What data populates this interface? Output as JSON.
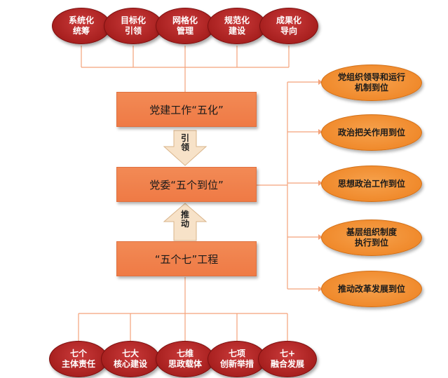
{
  "top_goals": [
    "系统化\n统筹",
    "目标化\n引领",
    "网格化\n管理",
    "规范化\n建设",
    "成果化\n导向"
  ],
  "center": {
    "top": "党建工作“五化”",
    "middle": "党委“五个到位”",
    "bottom": "“五个七”工程",
    "arrow_down_label": "引\n领",
    "arrow_up_label": "推\n动"
  },
  "right_items": [
    "党组织领导和运行\n机制到位",
    "政治把关作用到位",
    "思想政治工作到位",
    "基层组织制度\n执行到位",
    "推动改革发展到位"
  ],
  "bottom_items": [
    "七个\n主体责任",
    "七大\n核心建设",
    "七维\n思政载体",
    "七项\n创新举措",
    "七+\n融合发展"
  ],
  "colors": {
    "line": "#f4a27a",
    "red": "#a8201f",
    "orange": "#f08a2c",
    "rect": "#ef7a45",
    "arrow": "#f7e2c8"
  }
}
